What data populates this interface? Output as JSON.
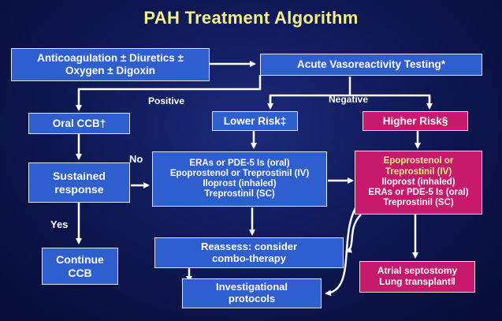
{
  "title": "PAH Treatment Algorithm",
  "boxes": {
    "anticoag": {
      "line1": "Anticoagulation ± Diuretics ±",
      "line2": "Oxygen ± Digoxin"
    },
    "avt": "Acute Vasoreactivity Testing*",
    "oral_ccb": "Oral CCB†",
    "lower_risk": "Lower Risk‡",
    "higher_risk": "Higher Risk§",
    "sustained": {
      "line1": "Sustained",
      "line2": "response"
    },
    "lower_tx": [
      "ERAs or PDE-5 Is (oral)",
      "Epoprostenol or Treprostinil (IV)",
      "Iloprost (inhaled)",
      "Treprostinil (SC)"
    ],
    "higher_tx": {
      "highlight1": "Epoprostenol or",
      "highlight2": "Treprostinil (IV)",
      "rest": [
        "Iloprost (inhaled)",
        "ERAs or PDE-5 Is (oral)",
        "Treprostinil (SC)"
      ]
    },
    "continue_ccb": {
      "line1": "Continue",
      "line2": "CCB"
    },
    "reassess": {
      "line1": "Reassess: consider",
      "line2": "combo-therapy"
    },
    "investigational": {
      "line1": "Investigational",
      "line2": "protocols"
    },
    "septostomy": {
      "line1": "Atrial septostomy",
      "line2": "Lung transplant‖"
    }
  },
  "labels": {
    "positive": "Positive",
    "negative": "Negative",
    "no": "No",
    "yes": "Yes"
  }
}
